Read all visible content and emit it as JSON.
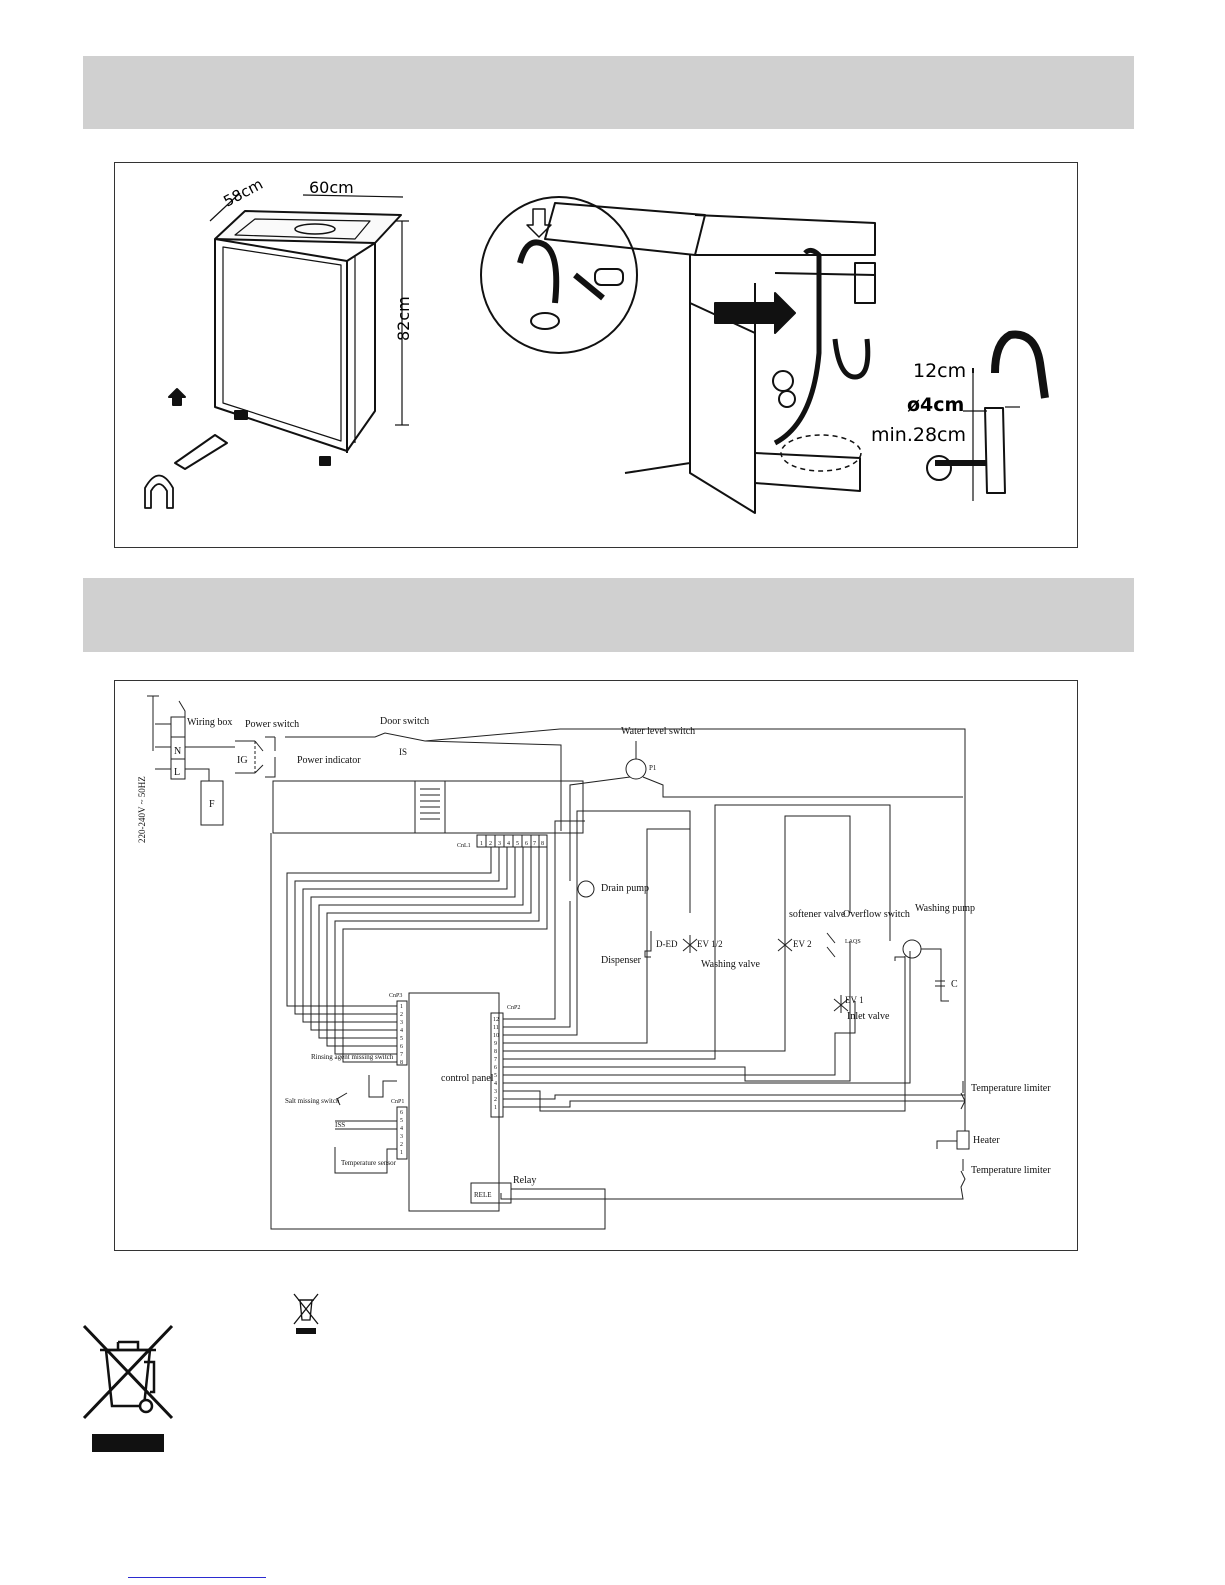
{
  "installation": {
    "dimensions": {
      "depth": "58cm",
      "width": "60cm",
      "height": "82cm"
    },
    "drain_dims": {
      "hose_loop_height": "12cm",
      "pipe_diameter": "ø4cm",
      "min_height": "min.28cm"
    }
  },
  "wiring": {
    "supply_label": "220-240V ~ 50HZ",
    "labels": {
      "wiring_box": "Wiring box",
      "power_switch": "Power switch",
      "power_indicator": "Power indicator",
      "door_switch": "Door switch",
      "door_switch_code": "IS",
      "water_level_switch": "Water level switch",
      "drain_pump": "Drain pump",
      "dispenser": "Dispenser",
      "dispenser_code": "D-ED",
      "washing_valve": "Washing valve",
      "washing_valve_code": "EV 1/2",
      "softener_valve": "softener valve",
      "softener_code": "EV 2",
      "overflow_switch": "Overflow switch",
      "washing_pump": "Washing pump",
      "inlet_valve": "Inlet valve",
      "inlet_code": "EV 1",
      "control_panel": "control panel",
      "relay": "Relay",
      "relay_code": "RELE",
      "temperature_limiter_top": "Temperature limiter",
      "heater": "Heater",
      "temperature_limiter_bottom": "Temperature limiter",
      "rinsing_agent": "Rinsing agent missing switch",
      "salt_missing": "Salt missing switch",
      "salt_code": "ISS",
      "temperature_sensor": "Temperature sensor",
      "capacitor": "C",
      "neutral": "N",
      "live": "L",
      "fuse": "F",
      "ig": "IG",
      "p1": "P1",
      "cnl1": "CnL1",
      "cnp3": "CnP3",
      "cnp2": "CnP2",
      "cnp1": "CnP1",
      "laqs": "LAQS"
    },
    "cnl1_pins": [
      "1",
      "2",
      "3",
      "4",
      "5",
      "6",
      "7",
      "8"
    ],
    "cnp3_pins": [
      "1",
      "2",
      "3",
      "4",
      "5",
      "6",
      "7",
      "8"
    ],
    "cnp2_pins": [
      "12",
      "11",
      "10",
      "9",
      "8",
      "7",
      "6",
      "5",
      "4",
      "3",
      "2",
      "1"
    ],
    "cnp1_pins": [
      "6",
      "5",
      "4",
      "3",
      "2",
      "1"
    ]
  },
  "colors": {
    "band": "#d0d0d0",
    "line": "#111111"
  }
}
